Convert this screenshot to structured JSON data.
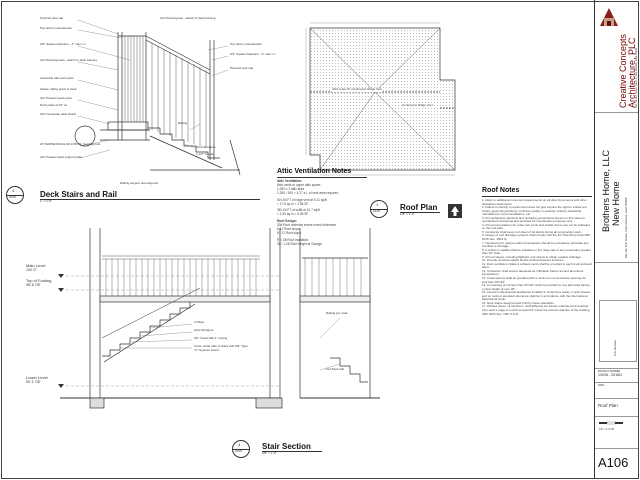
{
  "titles": {
    "deck": "Deck Stairs and Rail",
    "deck_scale": "1\" = 1'-0\"",
    "deck_tag": "A106",
    "deck_num": "4",
    "roof_plan": "Roof Plan",
    "roof_plan_scale": "1/8\" = 1'-0\"",
    "roof_tag": "A106",
    "roof_num": "1",
    "stair": "Stair Section",
    "stair_scale": "3/8\" = 1'-0\"",
    "stair_tag": "A106",
    "stair_num": "3",
    "attic": "Attic Ventilation Notes",
    "roof_notes": "Roof Notes"
  },
  "levels": [
    {
      "name": "Main Level",
      "elev": "100'-0\""
    },
    {
      "name": "Top of Footing",
      "elev": "98'-6 7/8\""
    },
    {
      "name": "Lower Level",
      "elev": "90'-1 7/8\""
    }
  ],
  "plan_labels": {
    "ridge1": "4/12 Lower B, Continuous Ridge Vent",
    "ridge2": "Continuous Ridge Vent"
  },
  "deck_callouts": [
    "Pyramid post cap",
    "Top rail by manufacturer",
    "3/4\" Square balusters - 4\" max o.c.",
    "4x4 Post bayonets - attach to deck framing",
    "Assemble rails and posts",
    "Fasten railing posts to deck",
    "4x4 Treated wood posts",
    "Deck joists at 16\" oc",
    "2x6 Composite deck board",
    "AT PERPENDICULAR JOISTS: Carriage bolt",
    "2x6 Treated wood support plate",
    "Railing support post bayonet"
  ],
  "deck_callouts_right": [
    "4x4 Post bayonet - attach to deck framing",
    "Top rail by manufacturer",
    "3/4\" Square balusters - 4\" max o.c.",
    "Pyramid post cap",
    "Railing",
    "2x12 Stringers",
    "1-1/2\" Treads"
  ],
  "attic_notes": [
    "Attic Ventilation:",
    "Attic vents in upper attic space:",
    "1,280 x 1 attic area",
    "1,280 / 300 = 4.27 s.f. of vent area required",
    "50 LIN FT of ridge vent at 9.11 sq/ft",
    "= 17.5 sq.in = 1.96 SF",
    "38 LIN FT of soffit at 10.7 sq/ft",
    "= 1.53 sq.in = 0.96 SF",
    "Roof Design:",
    "30# Roof underlay where noted otherwise",
    "6-12 Roof slope",
    "8 / 12 Roof slope",
    "R = 38 Roof insulation",
    "30 / 1-28 Roof height at Garage"
  ],
  "stair_callouts": [
    "Railing per code",
    "In Riser",
    "2x12 Stringers",
    "3/4\" Tread with 1\" nosing",
    "Cover under side of stairs with 5/8\" Type \"X\" Gypsum board",
    "2x4 Stud wall"
  ],
  "roof_notes_body": [
    "1. Refer to additional notes and requirements on all other documents and other disciplines documents.",
    "2. Failure to identify a requirement does not give anyone the right to violate any codes, governing authority, minimum quality or quantity, industry standards, manufacturer recommendations, etc.",
    "3. All mechanical, electrical and plumbing penetrations shown on this sheet to coordinated conceptual and provided for coordination purposes only.",
    "4. All roof penetrations for rebar roof vents and similar items may not be indicated on the roof plan.",
    "5. Contractor shall keep roof clean of all debris during all construction work.",
    "6. Design of roof drainage systems shall comply with the Int'l Plumbing Code (IBC 2015 Sec. 1503.4).",
    "7. Overload roof, gutters and/or downspouts should be provided to eliminate any overflow or damage.",
    "8. A cricket or saddle shall be installed on the ridge side of any penetration greater than 30\" wide.",
    "9. All roof slopes, including flatbasic roof slopes to obtain positive drainage.",
    "10. Provide concrete splash blocks at all downspout locations.",
    "11. Roof ventilation intake & exhaust vents shall be provided in each & all enclosed attics.",
    "12. Contractor shall ensure adequate air infiltration barrier around all exterior penetrations.",
    "13. Crawl spaces shall be provided with a minimum of one access opening not less than 18\"x24\".",
    "14. An opening of not less than 20\"x30\" shall be provided to any attic area having a clear height of over 30\".",
    "15. Access to Mechanical appliances installed in under-floor areas, in attic spaces and on roofs or elevated structures shall be in accordance with the International Mechanical Code.",
    "16. Roof drains designed and built by these standards.",
    "17. Pitched (slope <2:12) Roof - Self-adhering Ice barrier underlayment required from eave's edge to a point at least 24\" inside the exterior wall line of the building (IBC 2015 Sec. 1507.2.8.2)."
  ],
  "title_block": {
    "firm_line1": "Creative Concepts",
    "firm_line2": "Architecture, PLC",
    "firm_address": "260 SE 3rd Street, Suite 2, Des Moines, Iowa 50309",
    "project_line1": "Brothers Home, LLC",
    "project_line2": "New Home",
    "project_address": "811 SE 11th Street | Des Moines, Iowa 50309",
    "phase": "City Review",
    "sheet_name": "Roof Plan",
    "sheet_number": "A106",
    "project_no_label": "PROJECT NUMBER",
    "project_no": "13098 - 2018N",
    "date_label": "DATE",
    "scale_bar": "1/8\" = 1'-0\" 8ft"
  },
  "colors": {
    "line": "#333333",
    "hatch": "#cfcfcf",
    "accent": "#7a0000"
  }
}
